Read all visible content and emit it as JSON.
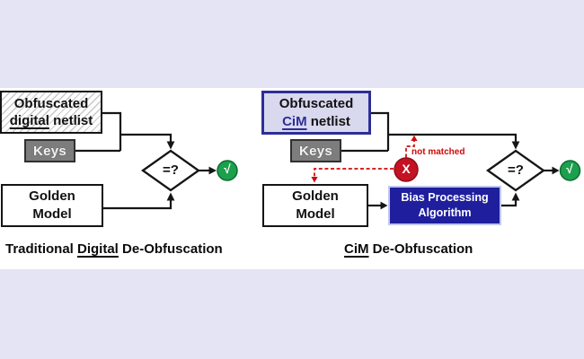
{
  "colors": {
    "band_background": "#e4e4f4",
    "canvas": "#ffffff",
    "line_black": "#151515",
    "navy_border": "#2e2e96",
    "navy_fill": "#1f1f9e",
    "cim_box_fill": "#d8d8ef",
    "keys_gray": "#7d7d7d",
    "check_green": "#1ca04e",
    "x_red": "#c41223",
    "dashed_red": "#cf0a0a"
  },
  "left_panel": {
    "obfuscated_box": {
      "line1": "Obfuscated",
      "emph": "digital",
      "rest": " netlist"
    },
    "keys_label": "Keys",
    "golden_model": {
      "line1": "Golden",
      "line2": "Model"
    },
    "comparator": "=?",
    "check": "√",
    "caption": {
      "prefix": "Traditional ",
      "emph": "Digital",
      "suffix": " De-Obfuscation"
    }
  },
  "right_panel": {
    "obfuscated_box": {
      "line1": "Obfuscated",
      "emph": "CiM",
      "rest": " netlist"
    },
    "keys_label": "Keys",
    "golden_model": {
      "line1": "Golden",
      "line2": "Model"
    },
    "bias_box": {
      "line1": "Bias Processing",
      "line2": "Algorithm"
    },
    "comparator": "=?",
    "check": "√",
    "x_mark": "X",
    "not_matched": "not matched",
    "caption": {
      "emph": "CiM",
      "suffix": " De-Obfuscation"
    }
  }
}
